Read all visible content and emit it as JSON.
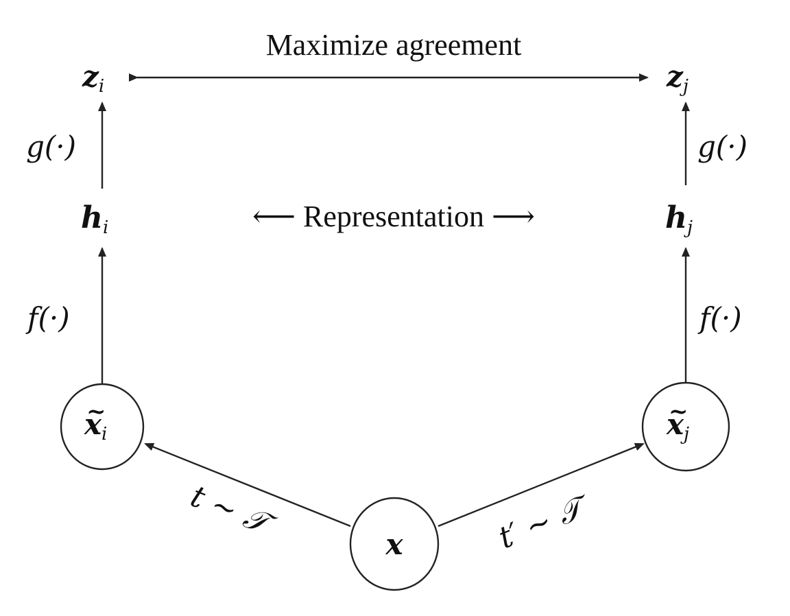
{
  "diagram": {
    "title": "Maximize agreement",
    "middle_label": "Representation",
    "middle_left_arrow": "⟵",
    "middle_right_arrow": "⟶",
    "left_branch": {
      "z": "z",
      "z_sub": "i",
      "h": "h",
      "h_sub": "i",
      "x": "x",
      "x_tilde": "~",
      "x_sub": "i",
      "g": "g(·)",
      "f": "f(·)",
      "transform": "t ∼ 𝒯"
    },
    "right_branch": {
      "z": "z",
      "z_sub": "j",
      "h": "h",
      "h_sub": "j",
      "x": "x",
      "x_tilde": "~",
      "x_sub": "j",
      "g": "g(·)",
      "f": "f(·)",
      "transform": "t′ ∼ 𝒯"
    },
    "input_node": "x"
  }
}
